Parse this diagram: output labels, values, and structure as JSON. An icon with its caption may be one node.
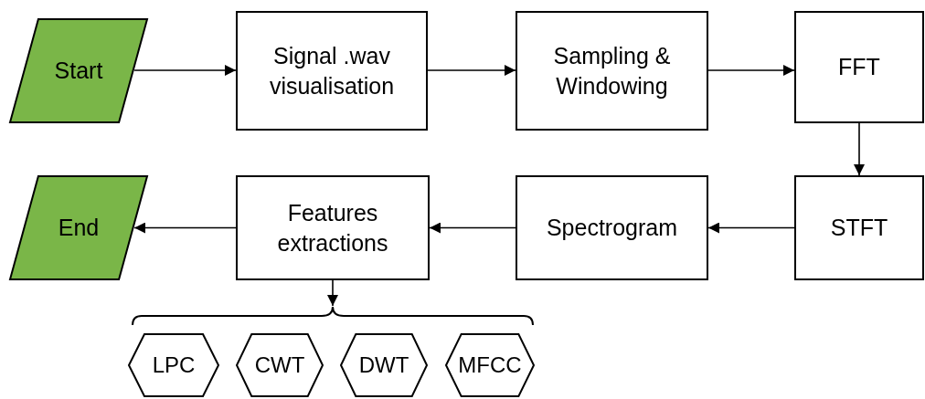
{
  "diagram": {
    "nodes": [
      {
        "text": [
          "Start"
        ]
      },
      {
        "text": [
          "Signal .wav visualisation"
        ]
      },
      {
        "text": [
          "Sampling & Windowing"
        ]
      },
      {
        "text": [
          "FFT"
        ]
      },
      {
        "text": [
          "STFT"
        ]
      },
      {
        "text": [
          "Spectrogram"
        ]
      },
      {
        "text": [
          "Features extractions"
        ]
      },
      {
        "text": [
          "End"
        ]
      },
      {
        "text": [
          "LPC"
        ]
      },
      {
        "text": [
          "CWT"
        ]
      },
      {
        "text": [
          "DWT"
        ]
      },
      {
        "text": [
          "MFCC"
        ]
      },
      {
        "text": [],
        "shape": "bracket"
      }
    ],
    "edges": [
      {
        "from": 0,
        "to": 1,
        "arrow": "to"
      },
      {
        "from": 1,
        "to": 2,
        "arrow": "to"
      },
      {
        "from": 2,
        "to": 3,
        "arrow": "to"
      },
      {
        "from": 3,
        "to": 4,
        "arrow": "to"
      },
      {
        "from": 4,
        "to": 5,
        "arrow": "to"
      },
      {
        "from": 5,
        "to": 6,
        "arrow": "to"
      },
      {
        "from": 6,
        "to": 7,
        "arrow": "to"
      },
      {
        "from": 6,
        "to": 12,
        "arrow": "to"
      }
    ]
  }
}
